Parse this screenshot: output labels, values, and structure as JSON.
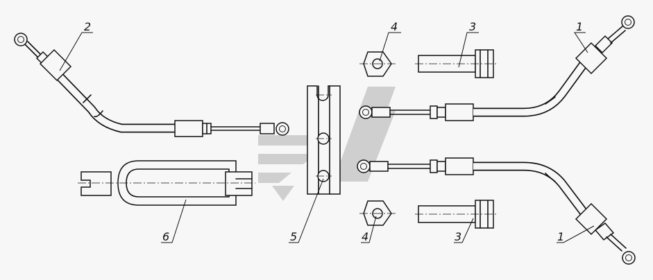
{
  "diagram": {
    "callouts": [
      "1",
      "2",
      "3",
      "4",
      "5",
      "6"
    ]
  },
  "colors": {
    "line": "#111111",
    "background": "#f7f7f7",
    "watermark": "#cfcfcf"
  }
}
